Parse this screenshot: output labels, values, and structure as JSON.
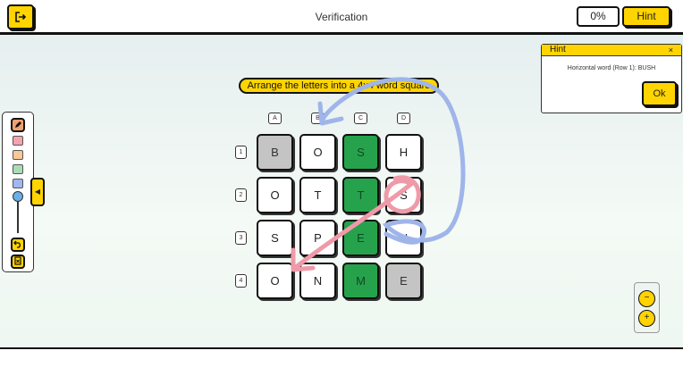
{
  "header": {
    "title": "Verification",
    "progress": "0%",
    "hint_label": "Hint",
    "exit_icon": "exit-icon"
  },
  "puzzle": {
    "instruction": "Arrange the letters into a 4x4 word square",
    "columns": [
      "A",
      "B",
      "C",
      "D"
    ],
    "rows": [
      "1",
      "2",
      "3",
      "4"
    ],
    "grid": [
      [
        {
          "letter": "B",
          "state": "gray"
        },
        {
          "letter": "O",
          "state": "white"
        },
        {
          "letter": "S",
          "state": "green"
        },
        {
          "letter": "H",
          "state": "white"
        }
      ],
      [
        {
          "letter": "O",
          "state": "white"
        },
        {
          "letter": "T",
          "state": "white"
        },
        {
          "letter": "T",
          "state": "green"
        },
        {
          "letter": "S",
          "state": "white"
        }
      ],
      [
        {
          "letter": "S",
          "state": "white"
        },
        {
          "letter": "P",
          "state": "white"
        },
        {
          "letter": "E",
          "state": "green"
        },
        {
          "letter": "U",
          "state": "white"
        }
      ],
      [
        {
          "letter": "O",
          "state": "white"
        },
        {
          "letter": "N",
          "state": "white"
        },
        {
          "letter": "M",
          "state": "green"
        },
        {
          "letter": "E",
          "state": "gray"
        }
      ]
    ]
  },
  "toolbox": {
    "swatches": [
      "#f4a3ae",
      "#f9c897",
      "#a9dcb4",
      "#9fb8ef"
    ],
    "undo_icon": "undo-icon",
    "clear_icon": "clear-icon",
    "collapse_icon": "chevron-left-icon"
  },
  "zoom": {
    "minus": "−",
    "plus": "+"
  },
  "hint_panel": {
    "title": "Hint",
    "close": "×",
    "text": "Horizontal word (Row 1): BUSH",
    "ok_label": "Ok"
  },
  "colors": {
    "accent": "#ffd400",
    "correct": "#27a24c",
    "locked": "#c4c4c4",
    "stroke_blue": "#9fb5ea",
    "stroke_pink": "#ef9aa8"
  }
}
